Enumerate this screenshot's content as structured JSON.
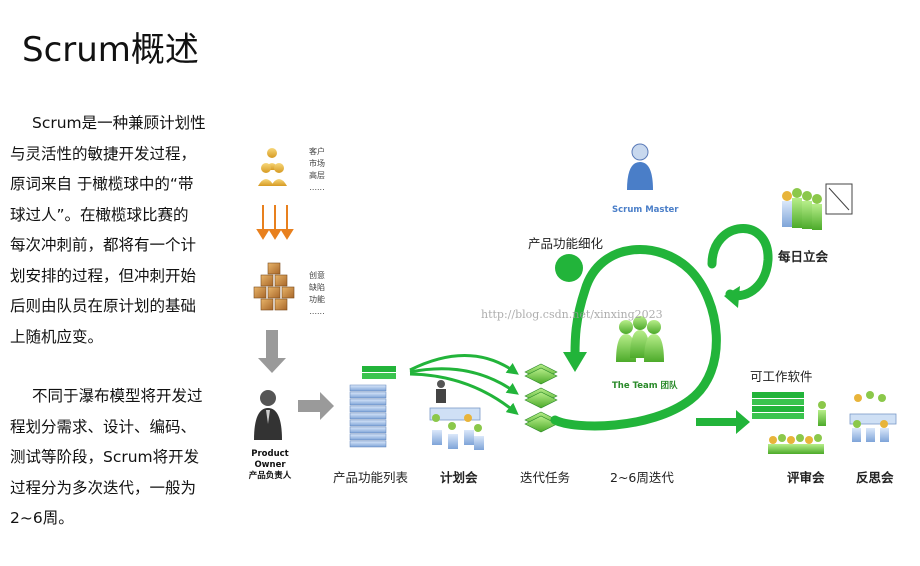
{
  "title": "Scrum概述",
  "para1": [
    "Scrum是一种兼顾计划性",
    "与灵活性的敏捷开发过程，",
    "原词来自 于橄榄球中的“带",
    "球过人”。在橄榄球比赛的",
    "每次冲刺前，都将有一个计",
    "划安排的过程，但冲刺开始",
    "后则由队员在原计划的基础",
    "上随机应变。"
  ],
  "para2": [
    "不同于瀑布模型将开发过",
    "程划分需求、设计、编码、",
    "测试等阶段，Scrum将开发",
    "过程分为多次迭代，一般为",
    "2~6周。"
  ],
  "diagram": {
    "stakeholders": [
      "客户",
      "市场",
      "高层",
      "......"
    ],
    "ideas": [
      "创意",
      "缺陷",
      "功能",
      "......"
    ],
    "product_owner": [
      "Product Owner",
      "产品负责人"
    ],
    "product_backlog": "产品功能列表",
    "planning": "计划会",
    "sprint_backlog": "迭代任务",
    "sprint": "2~6周迭代",
    "refinement": "产品功能细化",
    "scrum_master": "Scrum Master",
    "team": "The Team 团队",
    "daily_standup": "每日立会",
    "working_software": "可工作软件",
    "review": "评审会",
    "retrospective": "反思会",
    "watermark": "http://blog.csdn.net/xinxing2023"
  },
  "colors": {
    "green": "#22b43a",
    "gold": "#e8b43a",
    "blue": "#4a7ec8",
    "orange": "#e8801e"
  }
}
